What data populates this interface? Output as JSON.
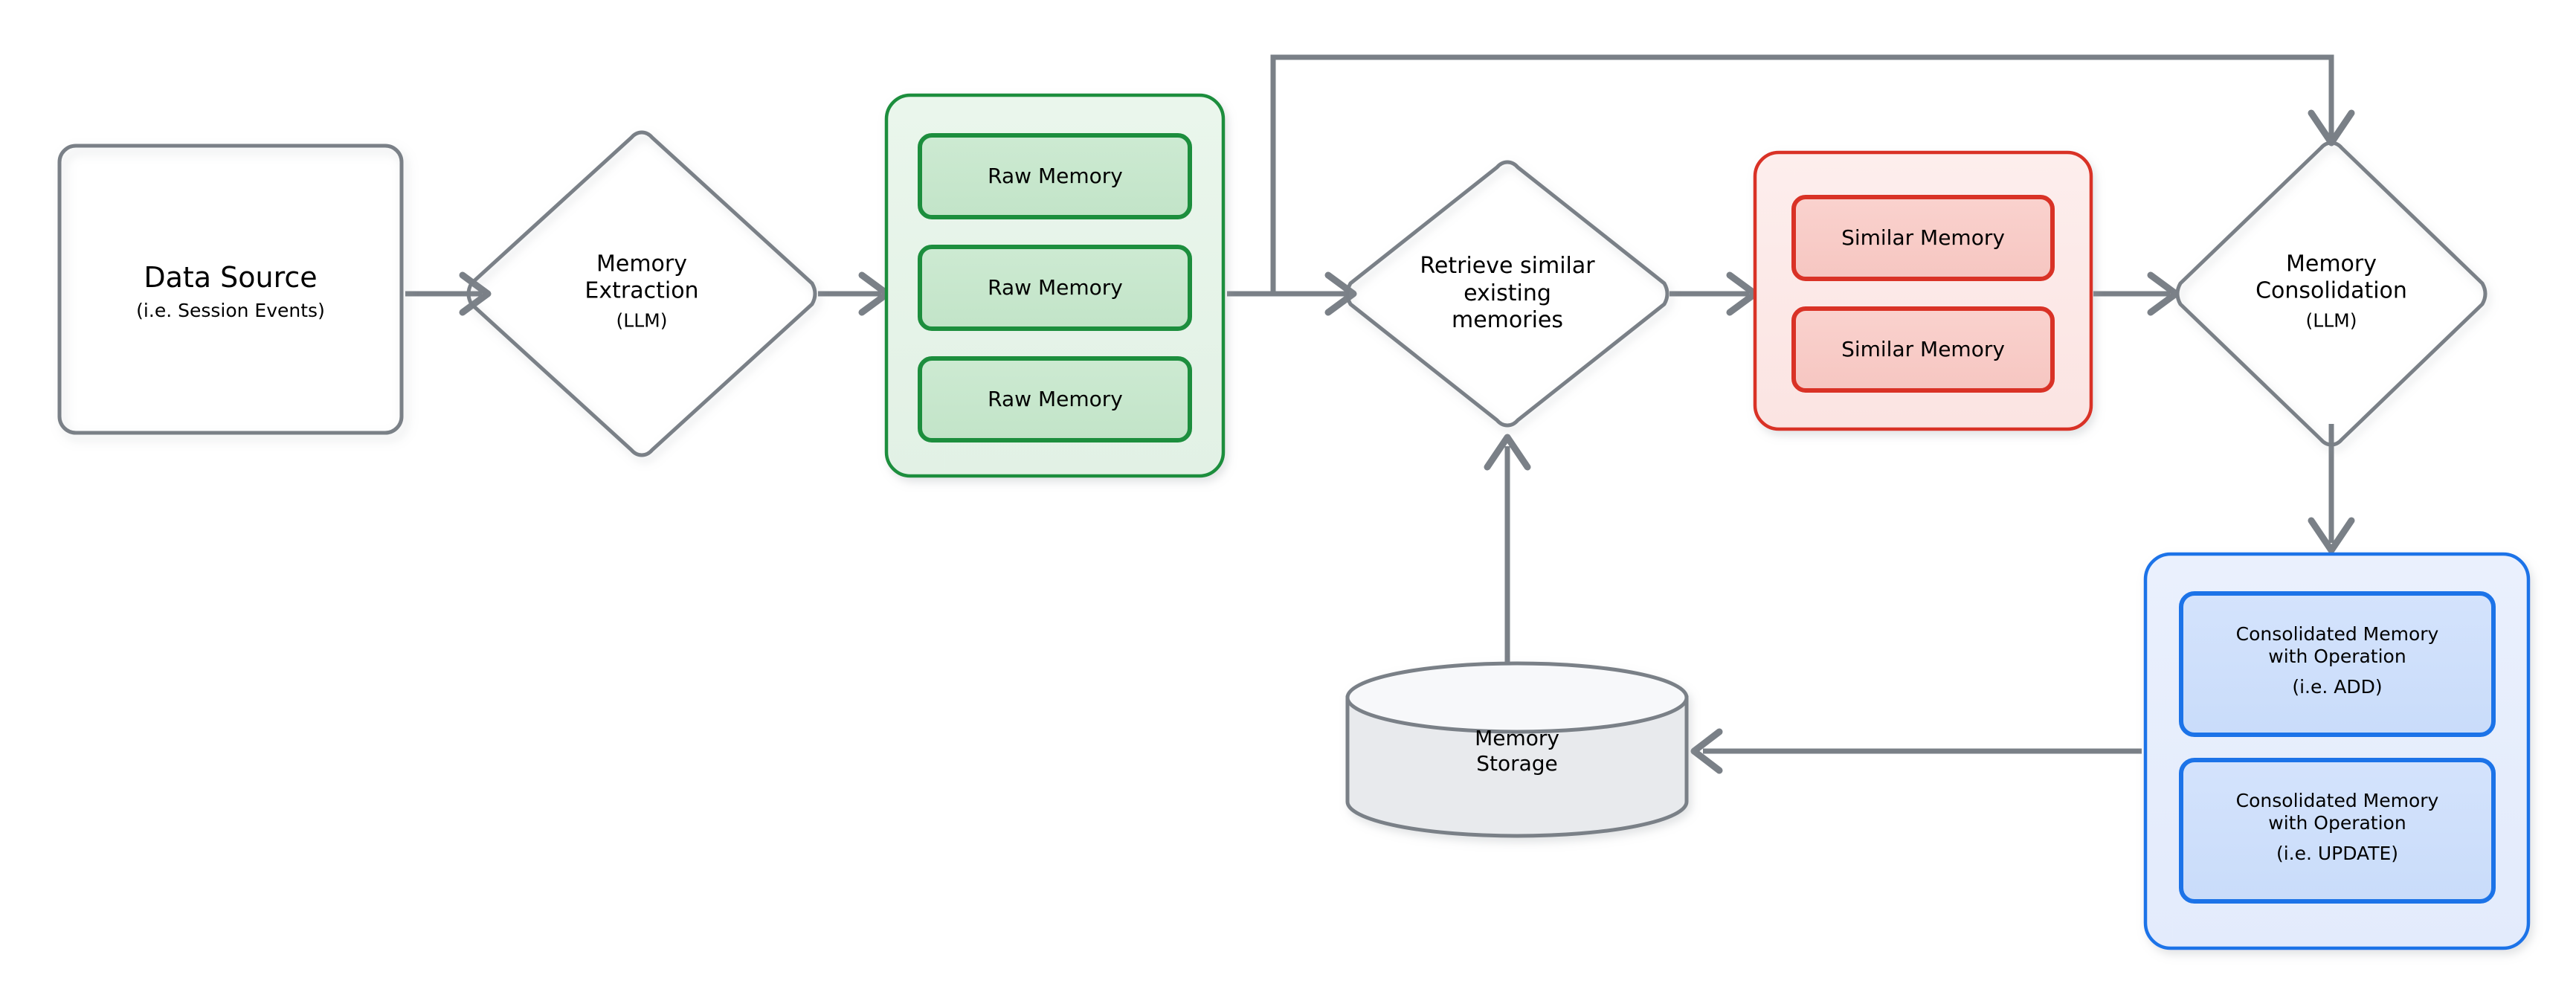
{
  "diagram": {
    "title": "Memory pipeline flowchart",
    "background": "#ffffff",
    "palette": {
      "edge": "#7a8087",
      "neutral_fill": "#f6f8fa",
      "neutral_stroke": "#7a8087",
      "green_border": "#1e8e3e",
      "green_group_fill": "#e7f4e9",
      "green_item_fill": "#c7e7cd",
      "red_border": "#d93025",
      "red_group_fill": "#fbe9e7",
      "red_item_fill": "#f7ccc8",
      "blue_border": "#1a73e8",
      "blue_group_fill": "#e8eefc",
      "blue_item_fill": "#cfe0fb",
      "cylinder_fill": "#e8eaed"
    }
  },
  "nodes": {
    "data_source": {
      "title": "Data Source",
      "subtitle": "(i.e. Session Events)"
    },
    "memory_extraction": {
      "title": "Memory\nExtraction",
      "subtitle": "(LLM)"
    },
    "raw_memory_group": {
      "items": [
        {
          "label": "Raw Memory"
        },
        {
          "label": "Raw Memory"
        },
        {
          "label": "Raw Memory"
        }
      ]
    },
    "retrieve_similar": {
      "title": "Retrieve similar\nexisting\nmemories"
    },
    "similar_memory_group": {
      "items": [
        {
          "label": "Similar Memory"
        },
        {
          "label": "Similar Memory"
        }
      ]
    },
    "memory_consolidation": {
      "title": "Memory\nConsolidation",
      "subtitle": "(LLM)"
    },
    "consolidated_group": {
      "items": [
        {
          "label": "Consolidated Memory\nwith Operation",
          "operation": "(i.e. ADD)"
        },
        {
          "label": "Consolidated Memory\nwith Operation",
          "operation": "(i.e. UPDATE)"
        }
      ]
    },
    "memory_storage": {
      "title": "Memory\nStorage"
    }
  },
  "edges": [
    {
      "id": "e1",
      "from": "data_source",
      "to": "memory_extraction",
      "label": ""
    },
    {
      "id": "e2",
      "from": "memory_extraction",
      "to": "raw_memory_group",
      "label": ""
    },
    {
      "id": "e3",
      "from": "raw_memory_group",
      "to": "retrieve_similar",
      "label": ""
    },
    {
      "id": "e4",
      "from": "retrieve_similar",
      "to": "similar_memory_group",
      "label": ""
    },
    {
      "id": "e5",
      "from": "similar_memory_group",
      "to": "memory_consolidation",
      "label": ""
    },
    {
      "id": "e6",
      "from": "raw_memory_group",
      "to": "memory_consolidation",
      "label": ""
    },
    {
      "id": "e7",
      "from": "memory_consolidation",
      "to": "consolidated_group",
      "label": ""
    },
    {
      "id": "e8",
      "from": "consolidated_group",
      "to": "memory_storage",
      "label": ""
    },
    {
      "id": "e9",
      "from": "memory_storage",
      "to": "retrieve_similar",
      "label": ""
    }
  ]
}
